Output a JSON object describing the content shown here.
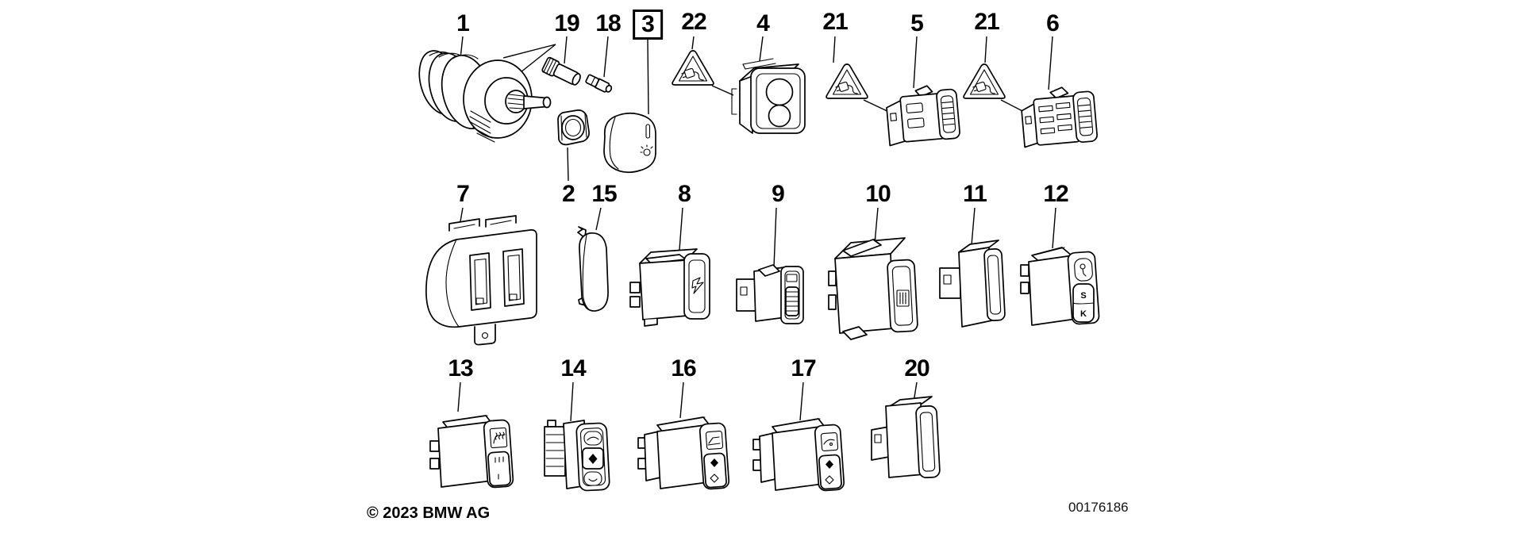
{
  "diagram": {
    "copyright": "© 2023 BMW AG",
    "document_number": "00176186",
    "background_color": "#ffffff",
    "line_color": "#000000"
  },
  "callouts": [
    {
      "label": "1",
      "boxed": false
    },
    {
      "label": "19",
      "boxed": false
    },
    {
      "label": "18",
      "boxed": false
    },
    {
      "label": "3",
      "boxed": true
    },
    {
      "label": "22",
      "boxed": false
    },
    {
      "label": "4",
      "boxed": false
    },
    {
      "label": "21",
      "boxed": false
    },
    {
      "label": "5",
      "boxed": false
    },
    {
      "label": "21",
      "boxed": false
    },
    {
      "label": "6",
      "boxed": false
    },
    {
      "label": "7",
      "boxed": false
    },
    {
      "label": "2",
      "boxed": false
    },
    {
      "label": "15",
      "boxed": false
    },
    {
      "label": "8",
      "boxed": false
    },
    {
      "label": "9",
      "boxed": false
    },
    {
      "label": "10",
      "boxed": false
    },
    {
      "label": "11",
      "boxed": false
    },
    {
      "label": "12",
      "boxed": false
    },
    {
      "label": "13",
      "boxed": false
    },
    {
      "label": "14",
      "boxed": false
    },
    {
      "label": "16",
      "boxed": false
    },
    {
      "label": "17",
      "boxed": false
    },
    {
      "label": "20",
      "boxed": false
    }
  ],
  "symbols": {
    "switch_12_rocker_top": "S",
    "switch_12_rocker_bottom": "K"
  }
}
